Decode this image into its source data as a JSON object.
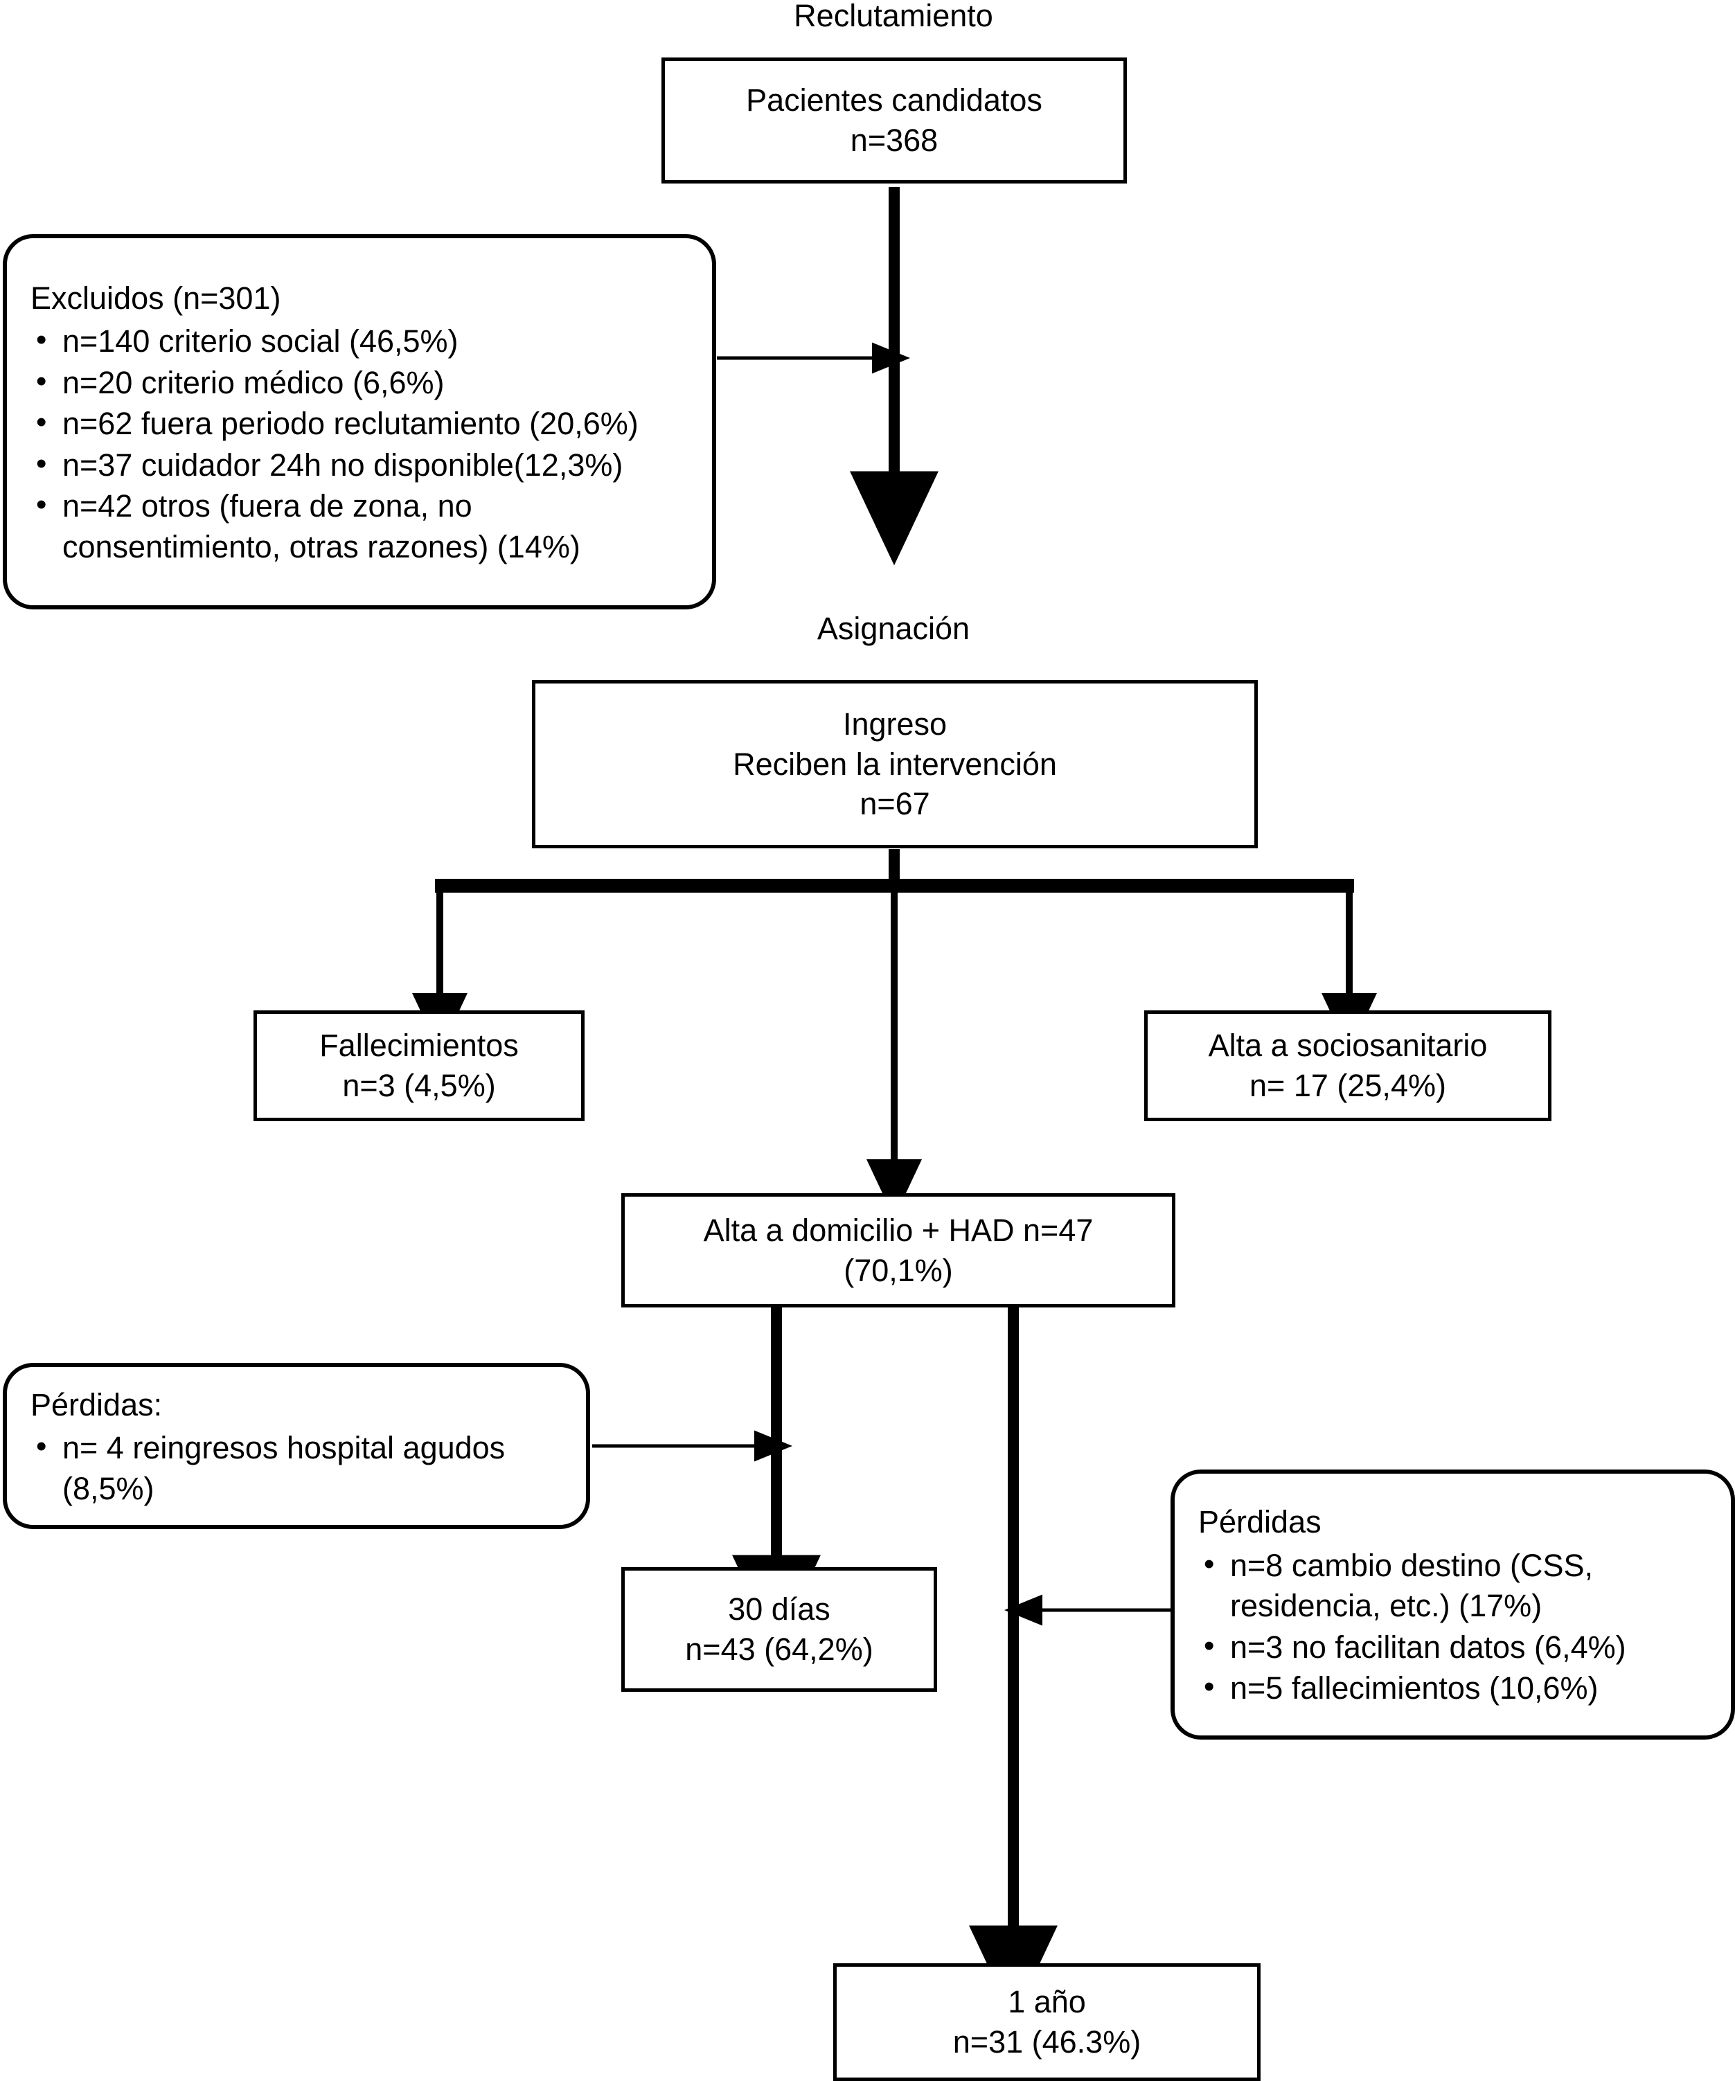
{
  "diagram": {
    "title": "CONSORT-style patient flow diagram",
    "language": "es",
    "line_color": "#000000",
    "fill_color": "#ffffff"
  },
  "stages": {
    "recruitment_label": "Reclutamiento",
    "allocation_label": "Asignación"
  },
  "nodes": {
    "candidates": {
      "line1": "Pacientes candidatos",
      "line2": "n=368"
    },
    "admission": {
      "line1": "Ingreso",
      "line2": "Reciben la intervención",
      "line3": "n=67"
    },
    "deaths": {
      "line1": "Fallecimientos",
      "line2": "n=3 (4,5%)"
    },
    "sociosanitary": {
      "line1": "Alta a sociosanitario",
      "line2": "n= 17 (25,4%)"
    },
    "home_had": {
      "line1": "Alta a domicilio + HAD n=47",
      "line2": "(70,1%)"
    },
    "day30": {
      "line1": "30 días",
      "line2": "n=43 (64,2%)"
    },
    "year1": {
      "line1": "1 año",
      "line2": "n=31 (46.3%)"
    }
  },
  "panels": {
    "excluded": {
      "title": "Excluidos (n=301)",
      "items": [
        "n=140 criterio social (46,5%)",
        "n=20 criterio médico (6,6%)",
        "n=62 fuera periodo reclutamiento (20,6%)",
        "n=37 cuidador 24h no disponible(12,3%)",
        "n=42 otros (fuera de zona, no consentimiento, otras razones) (14%)"
      ]
    },
    "losses_left": {
      "title": "Pérdidas:",
      "items": [
        "n= 4 reingresos hospital agudos (8,5%)"
      ]
    },
    "losses_right": {
      "title": "Pérdidas",
      "items": [
        "n=8 cambio destino (CSS, residencia, etc.) (17%)",
        "n=3 no facilitan datos (6,4%)",
        "n=5 fallecimientos (10,6%)"
      ]
    }
  },
  "chart_data": {
    "type": "diagram",
    "title": "Flujo de pacientes",
    "flow": [
      {
        "id": "candidates",
        "label": "Pacientes candidatos",
        "n": 368
      },
      {
        "id": "excluded",
        "label": "Excluidos",
        "n": 301,
        "breakdown": [
          {
            "label": "criterio social",
            "n": 140,
            "pct": "46,5%"
          },
          {
            "label": "criterio médico",
            "n": 20,
            "pct": "6,6%"
          },
          {
            "label": "fuera periodo reclutamiento",
            "n": 62,
            "pct": "20,6%"
          },
          {
            "label": "cuidador 24h no disponible",
            "n": 37,
            "pct": "12,3%"
          },
          {
            "label": "otros (fuera de zona, no consentimiento, otras razones)",
            "n": 42,
            "pct": "14%"
          }
        ]
      },
      {
        "id": "admission",
        "label": "Ingreso / Reciben la intervención",
        "n": 67
      },
      {
        "id": "deaths",
        "label": "Fallecimientos",
        "n": 3,
        "pct": "4,5%"
      },
      {
        "id": "home_had",
        "label": "Alta a domicilio + HAD",
        "n": 47,
        "pct": "70,1%"
      },
      {
        "id": "sociosanitary",
        "label": "Alta a sociosanitario",
        "n": 17,
        "pct": "25,4%"
      },
      {
        "id": "losses_left",
        "label": "Pérdidas: reingresos hospital agudos",
        "n": 4,
        "pct": "8,5%"
      },
      {
        "id": "day30",
        "label": "30 días",
        "n": 43,
        "pct": "64,2%"
      },
      {
        "id": "losses_right",
        "label": "Pérdidas",
        "breakdown": [
          {
            "label": "cambio destino (CSS, residencia, etc.)",
            "n": 8,
            "pct": "17%"
          },
          {
            "label": "no facilitan datos",
            "n": 3,
            "pct": "6,4%"
          },
          {
            "label": "fallecimientos",
            "n": 5,
            "pct": "10,6%"
          }
        ]
      },
      {
        "id": "year1",
        "label": "1 año",
        "n": 31,
        "pct": "46.3%"
      }
    ]
  }
}
